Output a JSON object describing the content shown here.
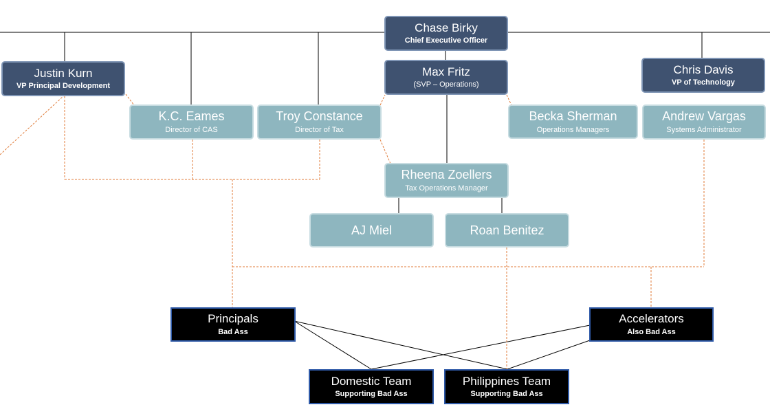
{
  "chart": {
    "ceo": {
      "name": "Chase Birky",
      "title": "Chief Executive Officer"
    },
    "vp_principal": {
      "name": "Justin Kurn",
      "title": "VP Principal Development"
    },
    "svp_ops": {
      "name": "Max Fritz",
      "title": "(SVP – Operations)"
    },
    "vp_tech": {
      "name": "Chris Davis",
      "title": "VP of Technology"
    },
    "dir_cas": {
      "name": "K.C. Eames",
      "title": "Director of CAS"
    },
    "dir_tax": {
      "name": "Troy Constance",
      "title": "Director of Tax"
    },
    "ops_mgr": {
      "name": "Becka Sherman",
      "title": "Operations Managers"
    },
    "sys_admin": {
      "name": "Andrew Vargas",
      "title": "Systems Administrator"
    },
    "tax_ops_mgr": {
      "name": "Rheena Zoellers",
      "title": "Tax Operations  Manager"
    },
    "aj": {
      "name": "AJ Miel"
    },
    "roan": {
      "name": "Roan Benitez"
    },
    "principals": {
      "name": "Principals",
      "title": "Bad Ass"
    },
    "accelerators": {
      "name": "Accelerators",
      "title": "Also Bad Ass"
    },
    "domestic": {
      "name": "Domestic Team",
      "title": "Supporting Bad Ass"
    },
    "philippines": {
      "name": "Philippines Team",
      "title": "Supporting Bad Ass"
    }
  },
  "colors": {
    "dark_box": "#3f5270",
    "light_box": "#8eb6bf",
    "team_box": "#000000",
    "solid_line": "#000000",
    "dotted_line": "#e07b39"
  }
}
